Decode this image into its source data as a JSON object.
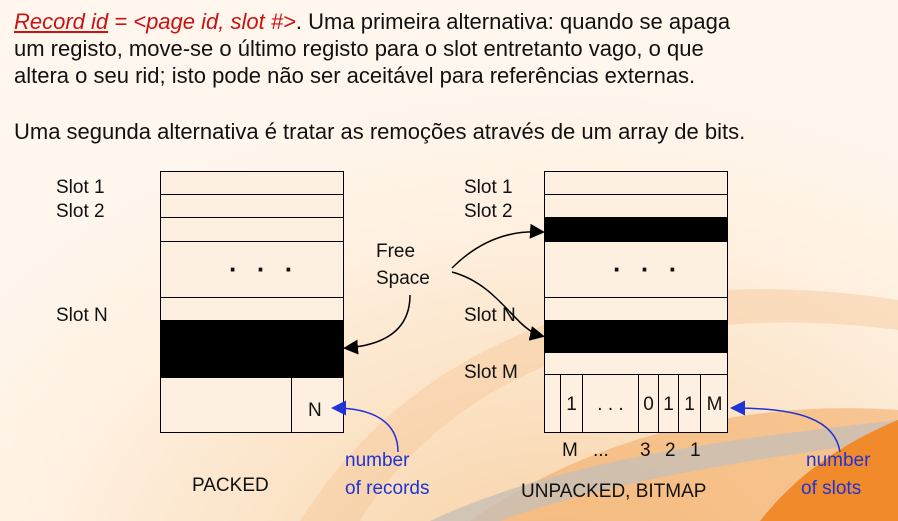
{
  "paragraph1": {
    "term": "Record id",
    "rest_red": " = <page id, slot #>",
    "period": ".",
    "text1": "  Uma primeira alternativa: quando se apaga",
    "text2": "um registo, move-se o último registo para o slot entretanto vago, o que",
    "text3": "altera o seu rid; isto pode não ser aceitável para referências externas."
  },
  "paragraph2": "Uma segunda alternativa é tratar as remoções através de um array de bits.",
  "packed": {
    "slot1": "Slot 1",
    "slot2": "Slot 2",
    "slotN": "Slot N",
    "dots": "· · ·",
    "count_cell": "N",
    "caption": "PACKED",
    "note_line1": "number",
    "note_line2": "of records"
  },
  "free_space": {
    "line1": "Free",
    "line2": "Space"
  },
  "unpacked": {
    "slot1": "Slot 1",
    "slot2": "Slot 2",
    "slotN": "Slot N",
    "slotM": "Slot M",
    "dots": "· · ·",
    "bit_cells": [
      "",
      "1",
      ". . .",
      "0",
      "1",
      "1",
      "M"
    ],
    "bit_index_labels": [
      "M",
      "...",
      "3",
      "2",
      "1"
    ],
    "caption": "UNPACKED, BITMAP",
    "note_line1": "number",
    "note_line2": "of slots"
  },
  "colors": {
    "accent_red": "#cc1111",
    "annotation_blue": "#1f33d6",
    "background": "#fff1e2",
    "swoosh_orange": "#f08a2a"
  }
}
